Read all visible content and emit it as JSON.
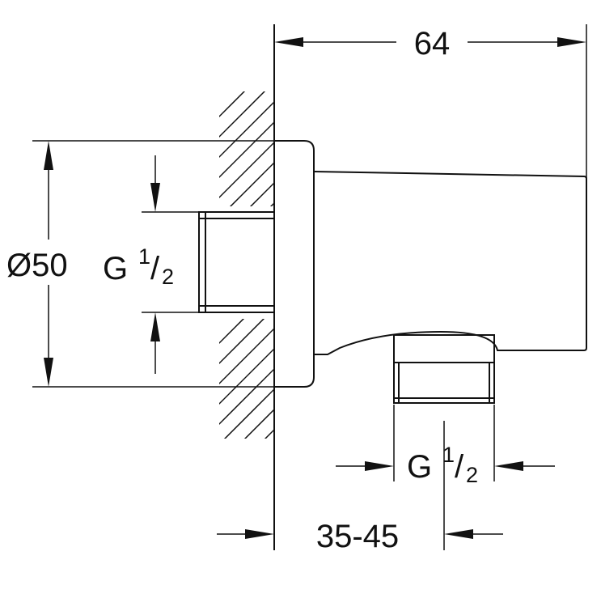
{
  "dimensions": {
    "total_length": "64",
    "diameter": "Ø50",
    "wall_depth": "35-45",
    "inlet_thread": {
      "g": "G",
      "num": "1",
      "slash": "/",
      "den": "2"
    },
    "outlet_thread": {
      "g": "G",
      "num": "1",
      "slash": "/",
      "den": "2"
    }
  },
  "colors": {
    "line": "#111111",
    "background": "#ffffff"
  }
}
